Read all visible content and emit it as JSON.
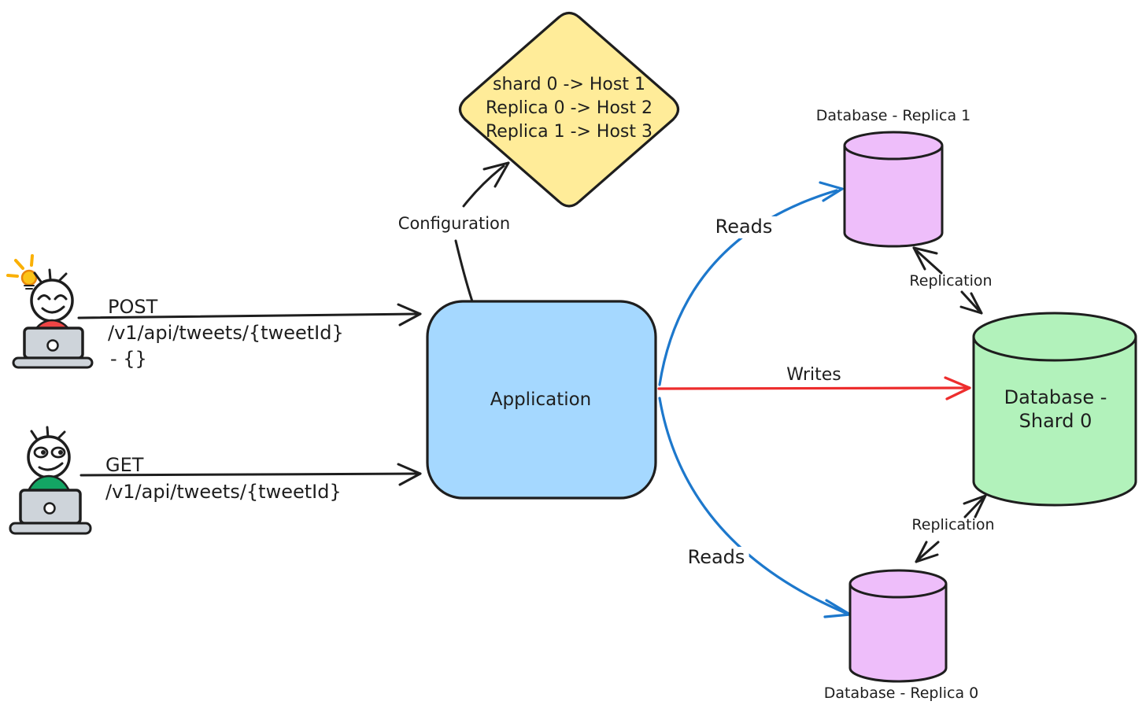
{
  "nodes": {
    "config_map": {
      "line1": "shard 0 -> Host 1",
      "line2": "Replica 0 -> Host 2",
      "line3": "Replica 1 -> Host 3"
    },
    "application": {
      "label": "Application"
    },
    "db_shard0": {
      "label_line1": "Database -",
      "label_line2": "Shard 0"
    },
    "db_replica1": {
      "label": "Database - Replica 1"
    },
    "db_replica0": {
      "label": "Database - Replica 0"
    }
  },
  "edges": {
    "configuration": {
      "label": "Configuration"
    },
    "post_request": {
      "method": "POST",
      "path": "/v1/api/tweets/{tweetId}",
      "body": "- {}"
    },
    "get_request": {
      "method": "GET",
      "path": "/v1/api/tweets/{tweetId}"
    },
    "writes": {
      "label": "Writes"
    },
    "reads_top": {
      "label": "Reads"
    },
    "reads_bottom": {
      "label": "Reads"
    },
    "replication_top": {
      "label": "Replication"
    },
    "replication_bottom": {
      "label": "Replication"
    }
  },
  "icons": {
    "post_user": "person-with-idea-at-laptop",
    "get_user": "person-at-laptop"
  },
  "colors": {
    "ink": "#1e1e1e",
    "diamond_fill": "#ffec99",
    "application_fill": "#a5d8ff",
    "shard_fill": "#b2f2bb",
    "replica_fill": "#eebefa",
    "reads_arrow": "#1d78cc",
    "writes_arrow": "#ed2d2d",
    "laptop_gray": "#ced4da",
    "shirt_red": "#ef4545",
    "shirt_green": "#13a564",
    "bulb_yellow": "#fcc419",
    "ray_orange": "#fab005"
  }
}
